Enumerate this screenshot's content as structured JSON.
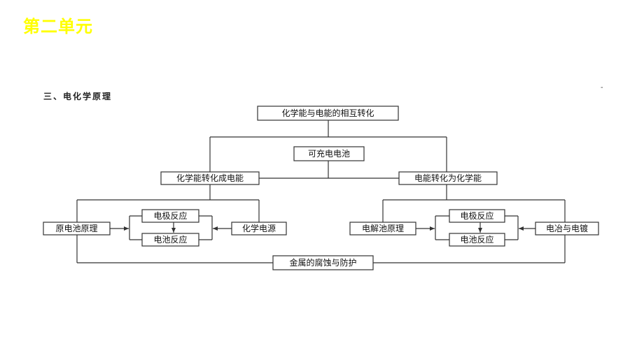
{
  "slide": {
    "title": "第二单元"
  },
  "section": {
    "title": "三、电化学原理",
    "tick": "-"
  },
  "diagram": {
    "mutual": "化学能与电能的相互转化",
    "rechargeable": "可充电电池",
    "chem_to_elec": "化学能转化成电能",
    "elec_to_chem": "电能转化为化学能",
    "left": {
      "principle": "原电池原理",
      "electrode": "电极反应",
      "cell": "电池反应",
      "power": "化学电源"
    },
    "right": {
      "principle": "电解池原理",
      "electrode": "电极反应",
      "cell": "电池反应",
      "plating": "电冶与电镀"
    },
    "corrosion": "金属的腐蚀与防护"
  }
}
